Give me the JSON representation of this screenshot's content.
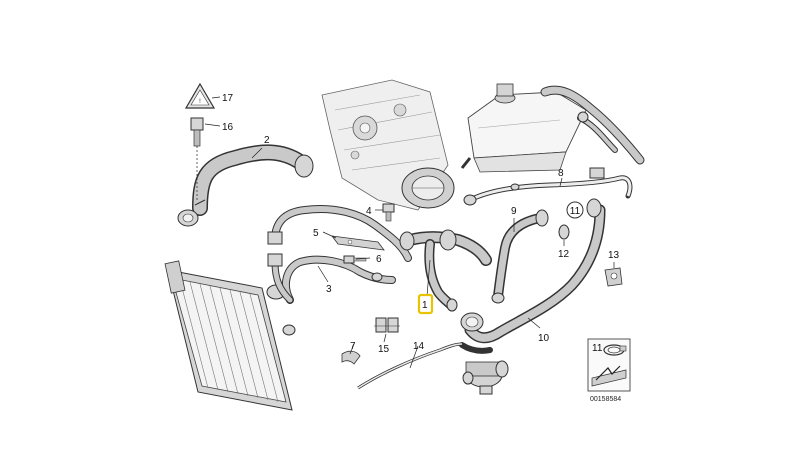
{
  "diagram": {
    "labels": {
      "l1": "1",
      "l2": "2",
      "l3": "3",
      "l4": "4",
      "l5": "5",
      "l6": "6",
      "l7": "7",
      "l8": "8",
      "l9": "9",
      "l10": "10",
      "l11": "11",
      "l12": "12",
      "l13": "13",
      "l14": "14",
      "l15": "15",
      "l16": "16",
      "l17": "17"
    },
    "highlight_color": "#e8c400",
    "reference_number": "00158584",
    "reference_box_label": "11",
    "icons": [
      "warning-triangle-icon",
      "hose-clamp-icon",
      "arrow-pointer-icon"
    ]
  }
}
